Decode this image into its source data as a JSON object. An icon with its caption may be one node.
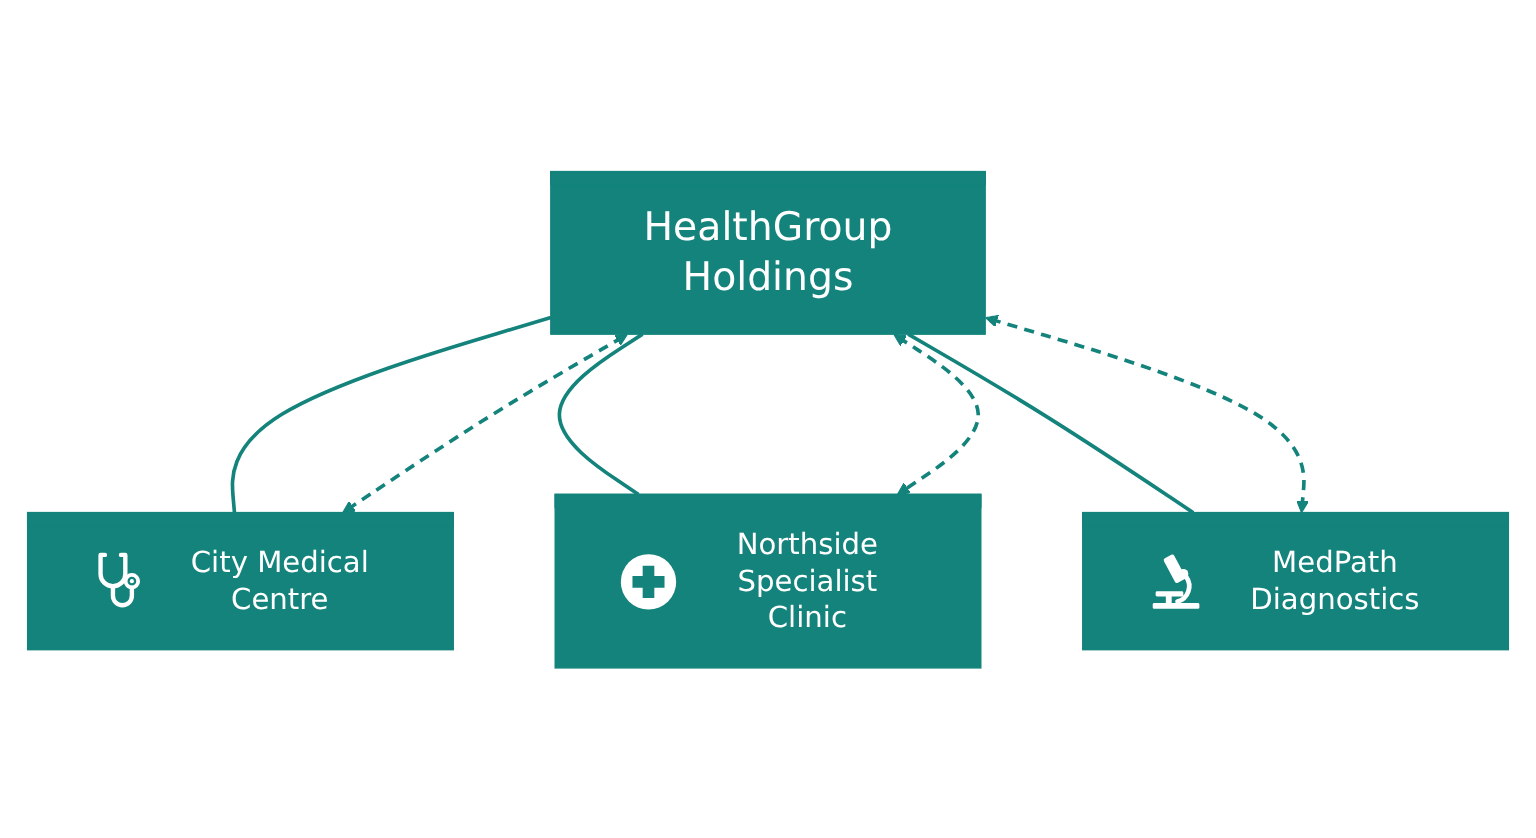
{
  "diagram": {
    "nodes": [
      {
        "text": [
          "HealthGroup Holdings"
        ]
      },
      {
        "text": [
          "City Medical Centre"
        ]
      },
      {
        "text": [
          "Northside Specialist Clinic"
        ]
      },
      {
        "text": [
          "MedPath Diagnostics"
        ]
      }
    ],
    "edges": [
      {
        "from": 0,
        "to": 1,
        "arrow": "none"
      },
      {
        "from": 0,
        "to": 2,
        "arrow": "none"
      },
      {
        "from": 0,
        "to": 3,
        "arrow": "none"
      },
      {
        "from": 0,
        "to": 1,
        "arrow": "both",
        "style": "dashed"
      },
      {
        "from": 0,
        "to": 2,
        "arrow": "both",
        "style": "dashed"
      },
      {
        "from": 0,
        "to": 3,
        "arrow": "both",
        "style": "dashed"
      }
    ]
  }
}
